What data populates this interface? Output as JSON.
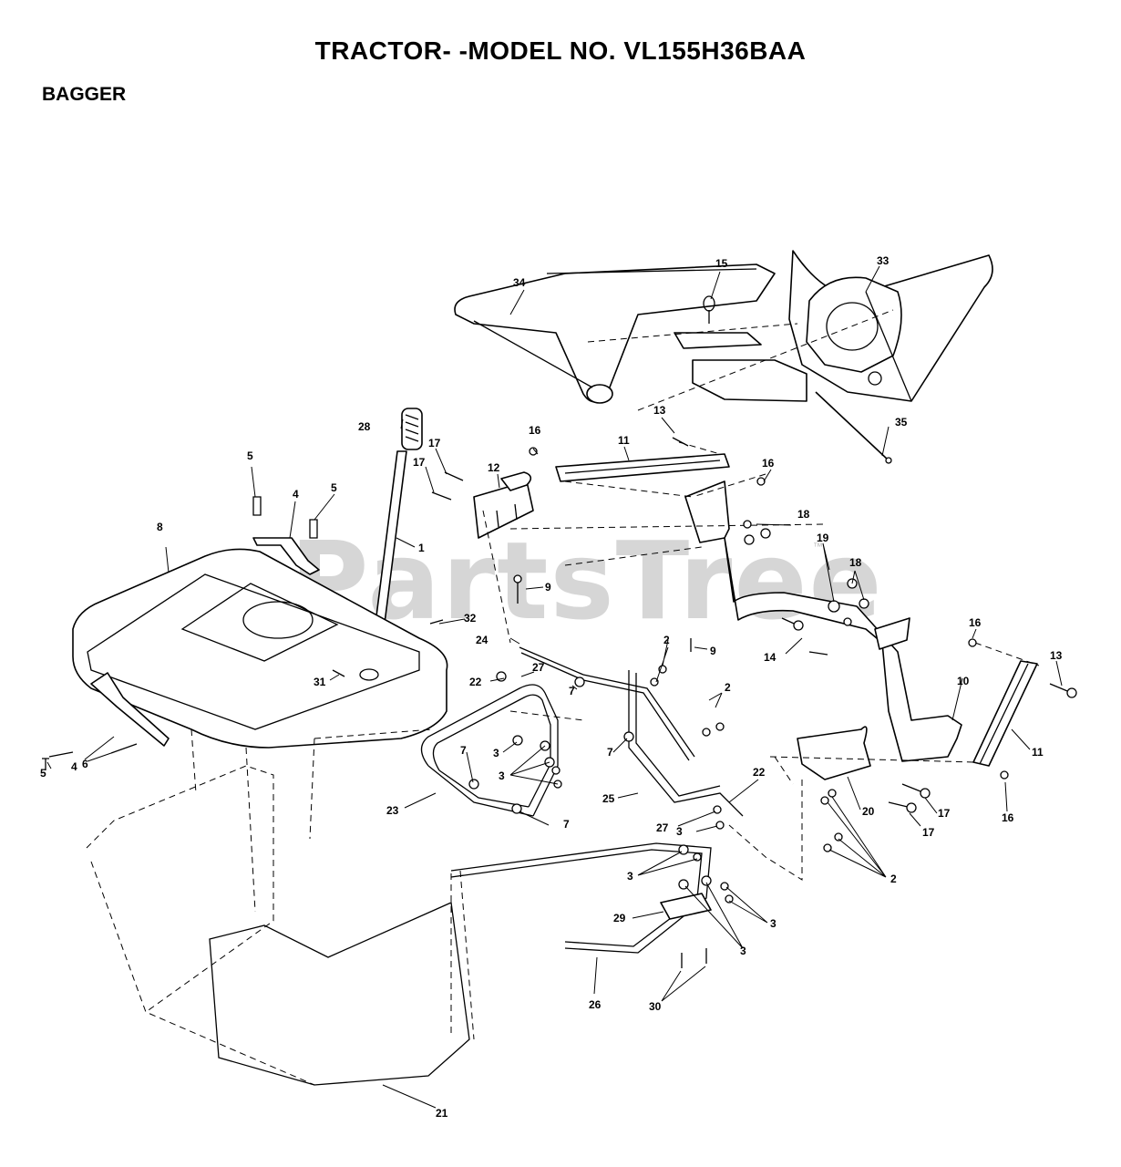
{
  "header": {
    "title": "TRACTOR- -MODEL NO. VL155H36BAA",
    "section": "BAGGER"
  },
  "watermark": {
    "text": "PartsTree",
    "trademark": "™"
  },
  "callouts": {
    "c1": "1",
    "c2a": "2",
    "c2b": "2",
    "c2c": "2",
    "c3a": "3",
    "c3b": "3",
    "c3c": "3",
    "c3d": "3",
    "c3e": "3",
    "c3f": "3",
    "c4a": "4",
    "c4b": "4",
    "c5a": "5",
    "c5b": "5",
    "c5c": "5",
    "c6": "6",
    "c7a": "7",
    "c7b": "7",
    "c7c": "7",
    "c7d": "7",
    "c8": "8",
    "c9a": "9",
    "c9b": "9",
    "c10": "10",
    "c11a": "11",
    "c11b": "11",
    "c12": "12",
    "c13a": "13",
    "c13b": "13",
    "c14": "14",
    "c15": "15",
    "c16a": "16",
    "c16b": "16",
    "c16c": "16",
    "c16d": "16",
    "c17a": "17",
    "c17b": "17",
    "c17c": "17",
    "c17d": "17",
    "c18a": "18",
    "c18b": "18",
    "c19": "19",
    "c20": "20",
    "c21": "21",
    "c22a": "22",
    "c22b": "22",
    "c23": "23",
    "c24": "24",
    "c25": "25",
    "c26": "26",
    "c27a": "27",
    "c27b": "27",
    "c28": "28",
    "c29": "29",
    "c30": "30",
    "c31": "31",
    "c32": "32",
    "c33": "33",
    "c34": "34",
    "c35": "35"
  }
}
